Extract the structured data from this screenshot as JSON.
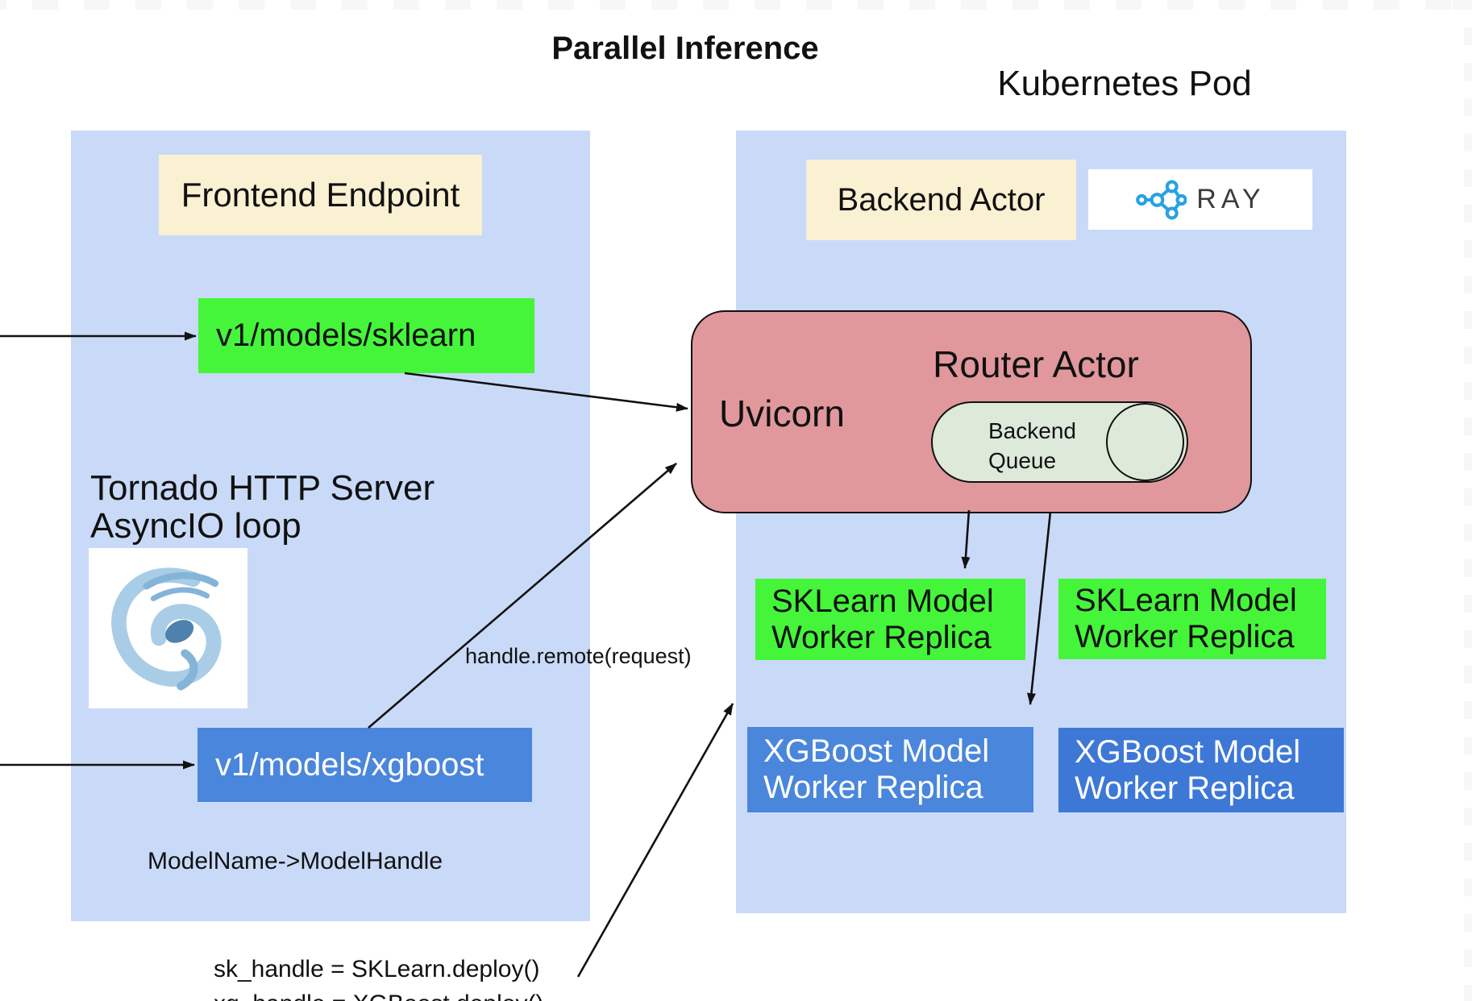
{
  "title": "Parallel Inference",
  "kubernetes_pod_label": "Kubernetes Pod",
  "left_panel": {
    "frontend_endpoint_label": "Frontend Endpoint",
    "sklearn_route": "v1/models/sklearn",
    "tornado_caption_line1": "Tornado HTTP Server",
    "tornado_caption_line2": "AsyncIO loop",
    "tornado_icon": "tornado-swirl-icon",
    "xgboost_route": "v1/models/xgboost",
    "model_map_caption": "ModelName->ModelHandle"
  },
  "right_panel": {
    "backend_actor_label": "Backend Actor",
    "ray_logo": {
      "icon": "ray-network-nodes-icon",
      "wordmark": "RAY"
    },
    "router_actor": {
      "title": "Router Actor",
      "uvicorn_label": "Uvicorn",
      "queue_line1": "Backend",
      "queue_line2": "Queue"
    },
    "workers": [
      {
        "kind": "sklearn",
        "line1": "SKLearn Model",
        "line2": "Worker Replica"
      },
      {
        "kind": "sklearn",
        "line1": "SKLearn Model",
        "line2": "Worker Replica"
      },
      {
        "kind": "xgboost",
        "line1": "XGBoost Model",
        "line2": "Worker Replica"
      },
      {
        "kind": "xgboost",
        "line1": "XGBoost Model",
        "line2": "Worker Replica"
      }
    ]
  },
  "annotations": {
    "handle_remote": "handle.remote(request)",
    "deploy_line1": "sk_handle = SKLearn.deploy()",
    "deploy_line2": "xg_handle = XGBoost.deploy()"
  },
  "colors": {
    "panel_blue": "#c9daf8",
    "route_green": "#44f53a",
    "route_blue": "#4a86db",
    "worker_blue_dark": "#3d78d6",
    "cream": "#faf0d2",
    "router_pink": "#e0989c",
    "queue_green": "#dde9d9",
    "ray_blue": "#28a2e0",
    "ink": "#111111",
    "checker_gray": "#f7f7f7"
  }
}
